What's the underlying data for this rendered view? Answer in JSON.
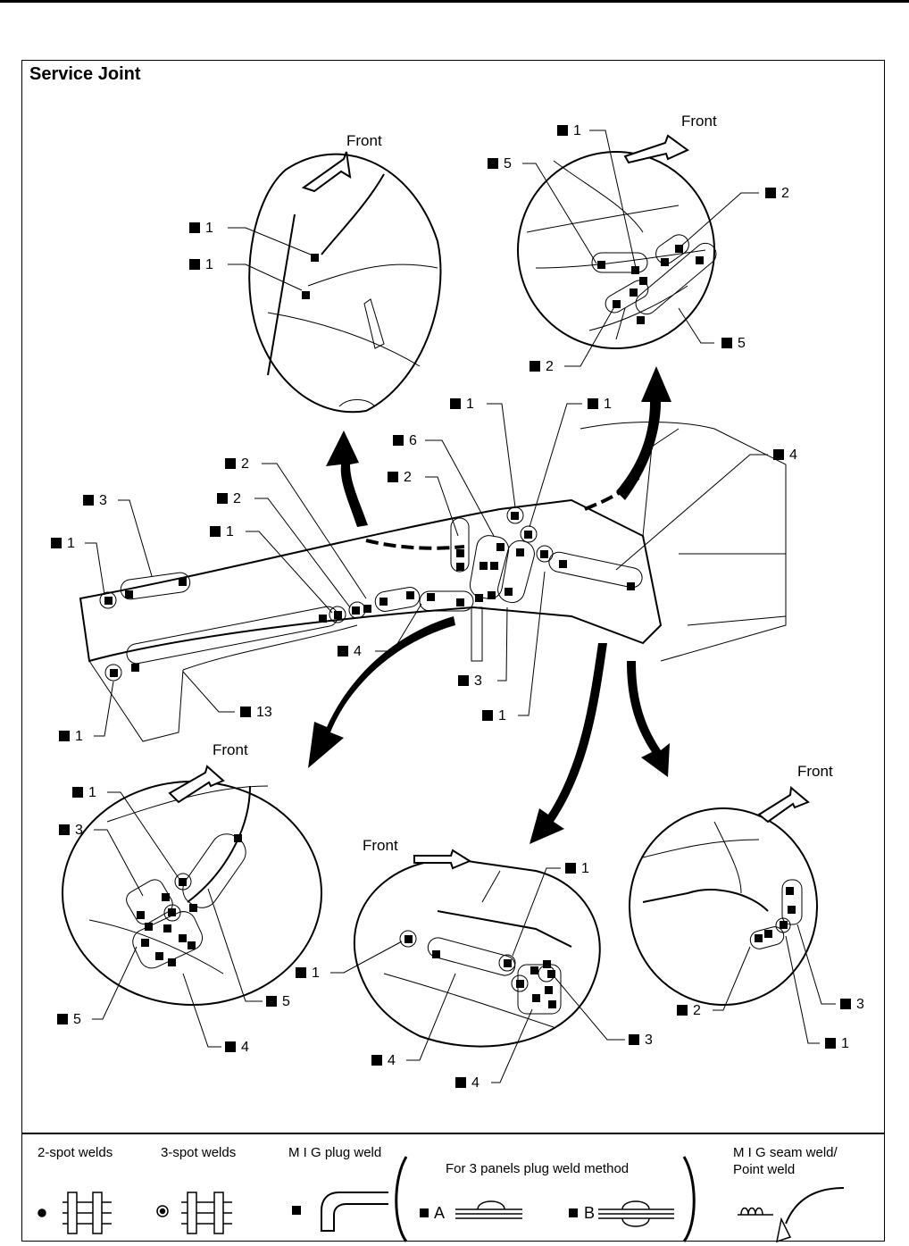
{
  "title": "Service Joint",
  "front_label": "Front",
  "views": {
    "top_left": {
      "front": "Front",
      "callouts": [
        "1",
        "1"
      ]
    },
    "top_right": {
      "front": "Front",
      "callouts": [
        "1",
        "5",
        "2",
        "5",
        "2"
      ]
    },
    "main": {
      "callouts": [
        "1",
        "1",
        "6",
        "2",
        "4",
        "2",
        "3",
        "2",
        "1",
        "1",
        "4",
        "13",
        "1",
        "3",
        "1"
      ]
    },
    "bottom_left": {
      "front": "Front",
      "callouts": [
        "1",
        "3",
        "5",
        "5",
        "4"
      ]
    },
    "bottom_mid": {
      "front": "Front",
      "callouts": [
        "1",
        "1",
        "3",
        "4",
        "4"
      ]
    },
    "bottom_right": {
      "front": "Front",
      "callouts": [
        "2",
        "3",
        "1"
      ]
    }
  },
  "legend": {
    "two_spot": "2-spot welds",
    "three_spot": "3-spot welds",
    "mig_plug": "M I G plug weld",
    "three_panel": "For 3 panels plug weld method",
    "a": "A",
    "b": "B",
    "mig_seam_1": "M I G seam weld/",
    "mig_seam_2": "Point weld"
  }
}
